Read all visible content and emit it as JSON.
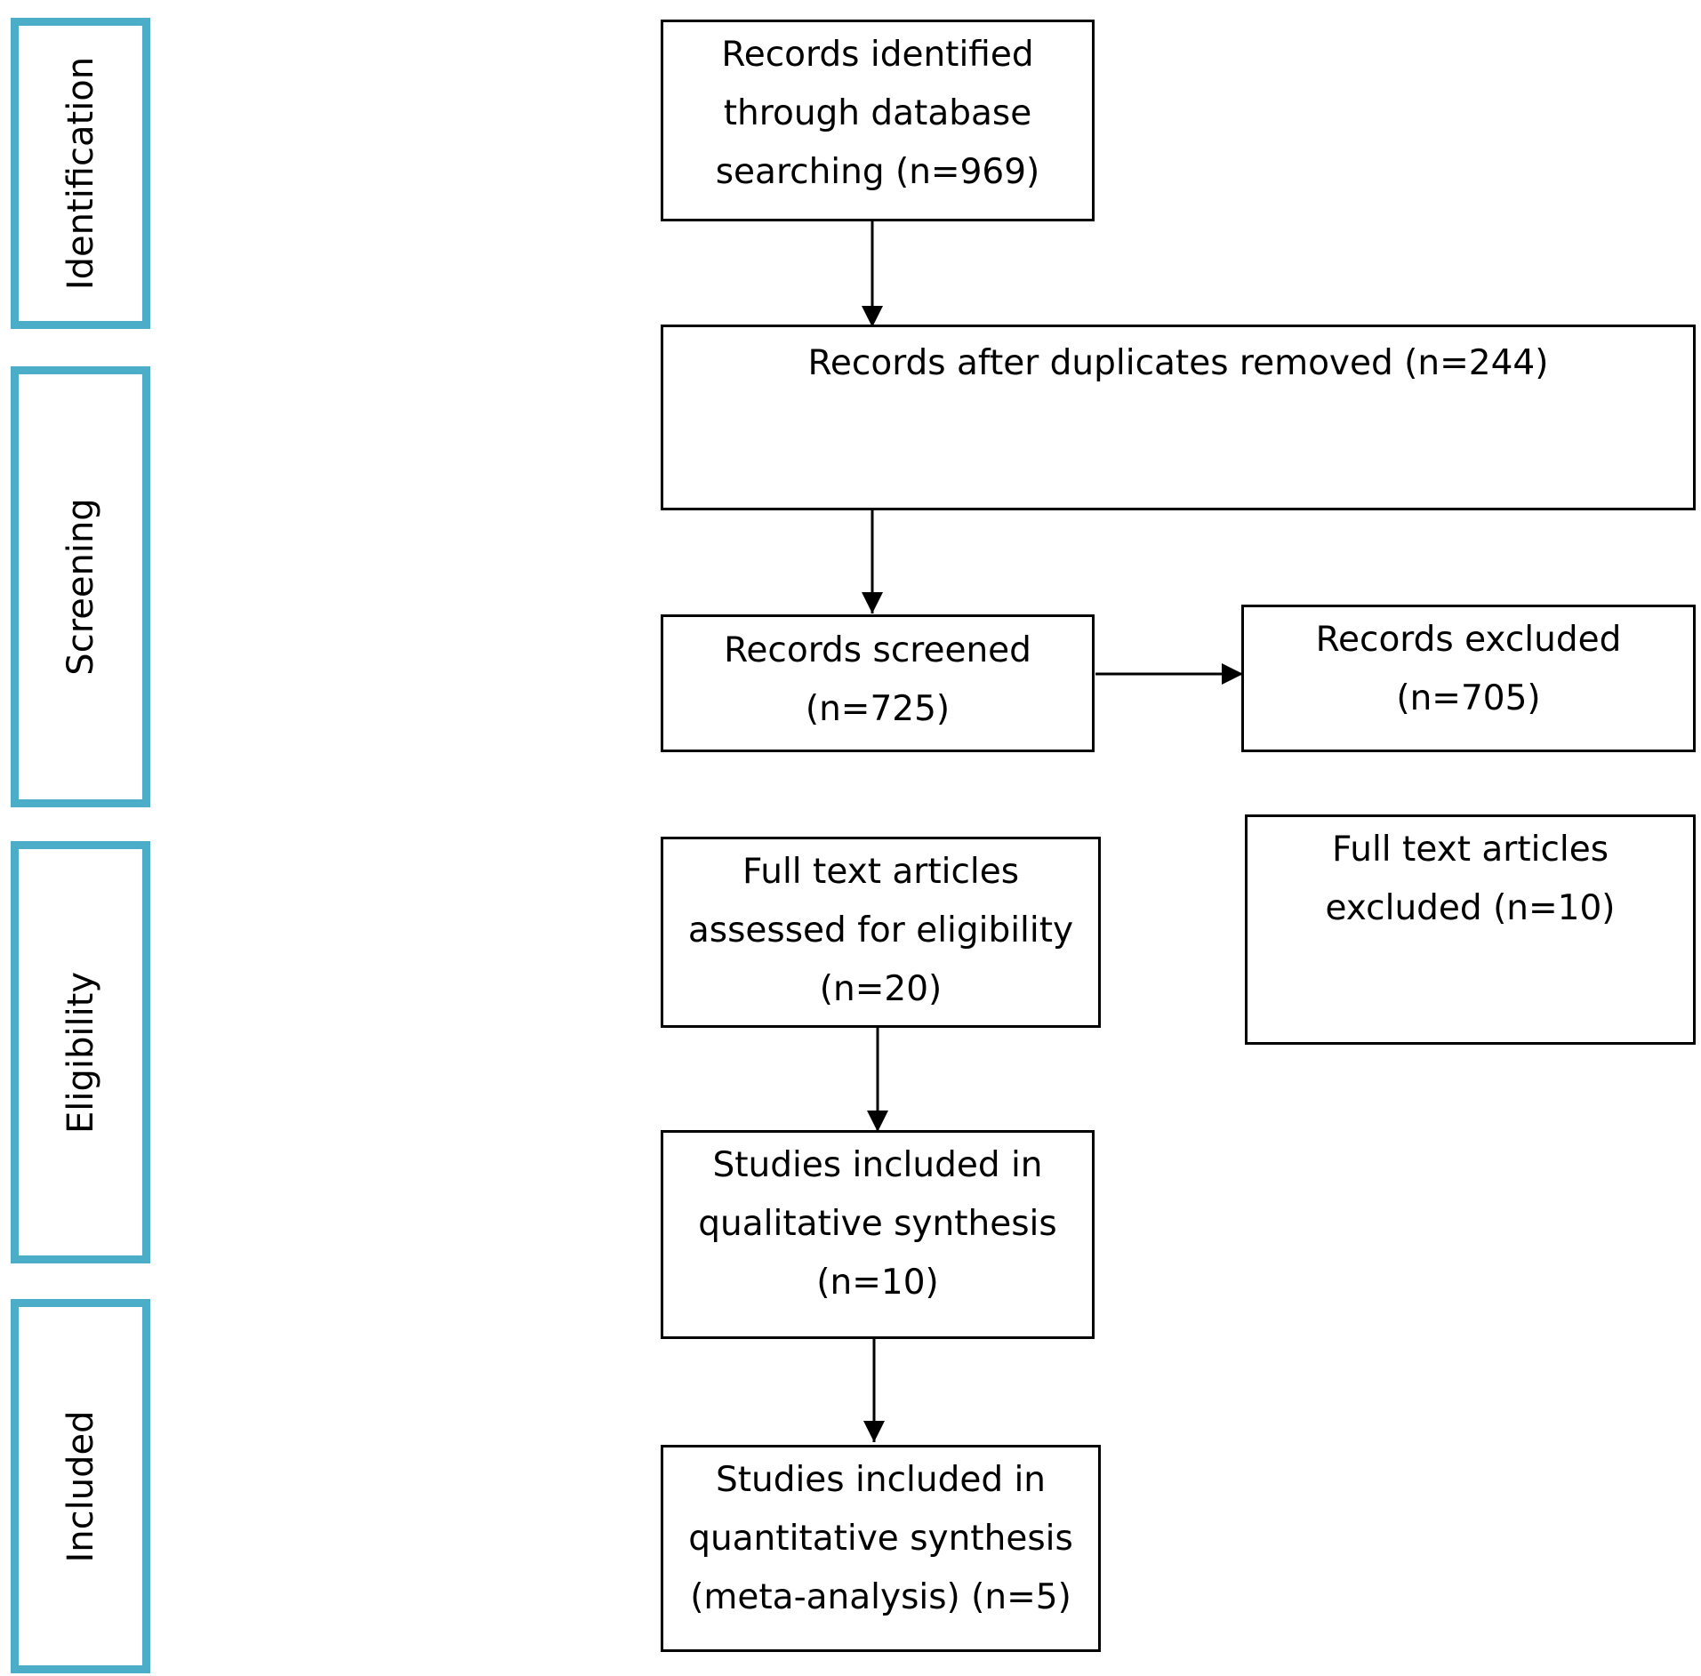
{
  "stages": {
    "identification": "Identification",
    "screening": "Screening",
    "eligibility": "Eligibility",
    "included": "Included"
  },
  "boxes": {
    "identified": [
      "Records identified",
      "through database",
      "searching (n=969)"
    ],
    "duplicates_removed": [
      "Records after duplicates removed (n=244)"
    ],
    "screened": [
      "Records screened",
      "(n=725)"
    ],
    "excluded": [
      "Records excluded",
      "(n=705)"
    ],
    "full_text_assessed": [
      "Full text articles",
      "assessed for eligibility",
      "(n=20)"
    ],
    "full_text_excluded": [
      "Full text articles",
      "excluded (n=10)"
    ],
    "qualitative": [
      "Studies included in",
      "qualitative synthesis",
      "(n=10)"
    ],
    "quantitative": [
      "Studies included in",
      "quantitative synthesis",
      "(meta-analysis) (n=5)"
    ]
  },
  "colors": {
    "stage_border": "#4badc7",
    "box_border": "#000000"
  }
}
